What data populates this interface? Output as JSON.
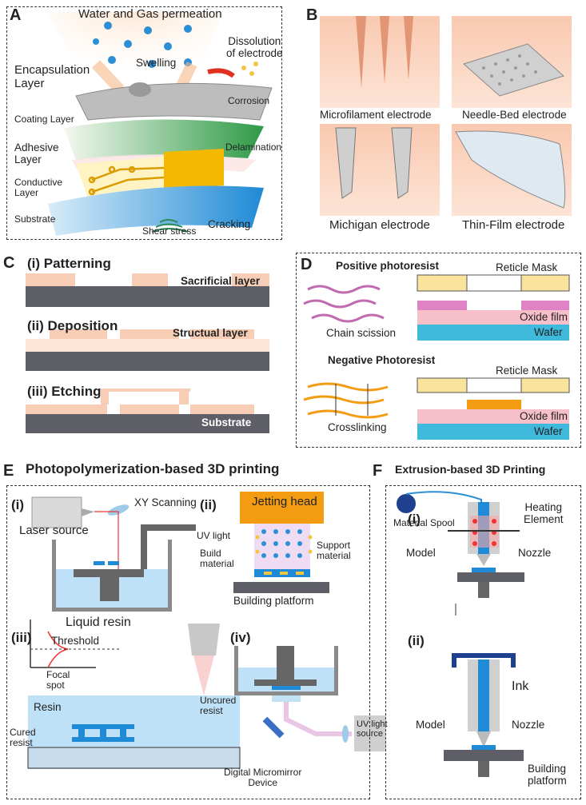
{
  "panelA": {
    "label": "A",
    "water_gas": "Water and Gas permeation",
    "dissolution": "Dissolution\nof electrode",
    "swelling": "Swelling",
    "encapsulation": "Encapsulation\nLayer",
    "corrosion": "Corrosion",
    "coating": "Coating Layer",
    "adhesive": "Adhesive\nLayer",
    "delamination": "Delamination",
    "conductive": "Conductive\nLayer",
    "substrate": "Substrate",
    "cracking": "Cracking",
    "shear": "Shear stress"
  },
  "panelB": {
    "label": "B",
    "microfilament": "Microfilament electrode",
    "needle_bed": "Needle-Bed electrode",
    "michigan": "Michigan electrode",
    "thin_film": "Thin-Film electrode"
  },
  "panelC": {
    "label": "C",
    "step1": "(i) Patterning",
    "sacrificial": "Sacrificial layer",
    "step2": "(ii) Deposition",
    "structural": "Structual layer",
    "step3": "(iii) Etching",
    "substrate": "Substrate"
  },
  "panelD": {
    "label": "D",
    "positive": "Positive photoresist",
    "reticle1": "Reticle Mask",
    "oxide1": "Oxide film",
    "wafer1": "Wafer",
    "chain": "Chain scission",
    "negative": "Negative Photoresist",
    "reticle2": "Reticle Mask",
    "oxide2": "Oxide film",
    "wafer2": "Wafer",
    "crosslink": "Crosslinking"
  },
  "panelE": {
    "label": "E",
    "title": "Photopolymerization-based 3D printing",
    "i": "(i)",
    "xy": "XY Scanning",
    "laser": "Laser source",
    "liquid": "Liquid resin",
    "ii": "(ii)",
    "jetting": "Jetting head",
    "uv": "UV light",
    "build": "Build\nmaterial",
    "support": "Support\nmaterial",
    "platform": "Building platform",
    "iii": "(iii)",
    "threshold": "Threshold",
    "focal": "Focal\nspot",
    "uncured": "Uncured\nresist",
    "resin": "Resin",
    "cured": "Cured\nresist",
    "iv": "(iv)",
    "uvsource": "UV light\nsource",
    "dmd": "Digital Micromirror\nDevice"
  },
  "panelF": {
    "label": "F",
    "title": "Extrusion-based 3D Printing",
    "i": "(i)",
    "heating": "Heating\nElement",
    "spool": "Material Spool",
    "model1": "Model",
    "nozzle1": "Nozzle",
    "ii": "(ii)",
    "ink": "Ink",
    "model2": "Model",
    "nozzle2": "Nozzle",
    "platform": "Building\nplatform"
  }
}
